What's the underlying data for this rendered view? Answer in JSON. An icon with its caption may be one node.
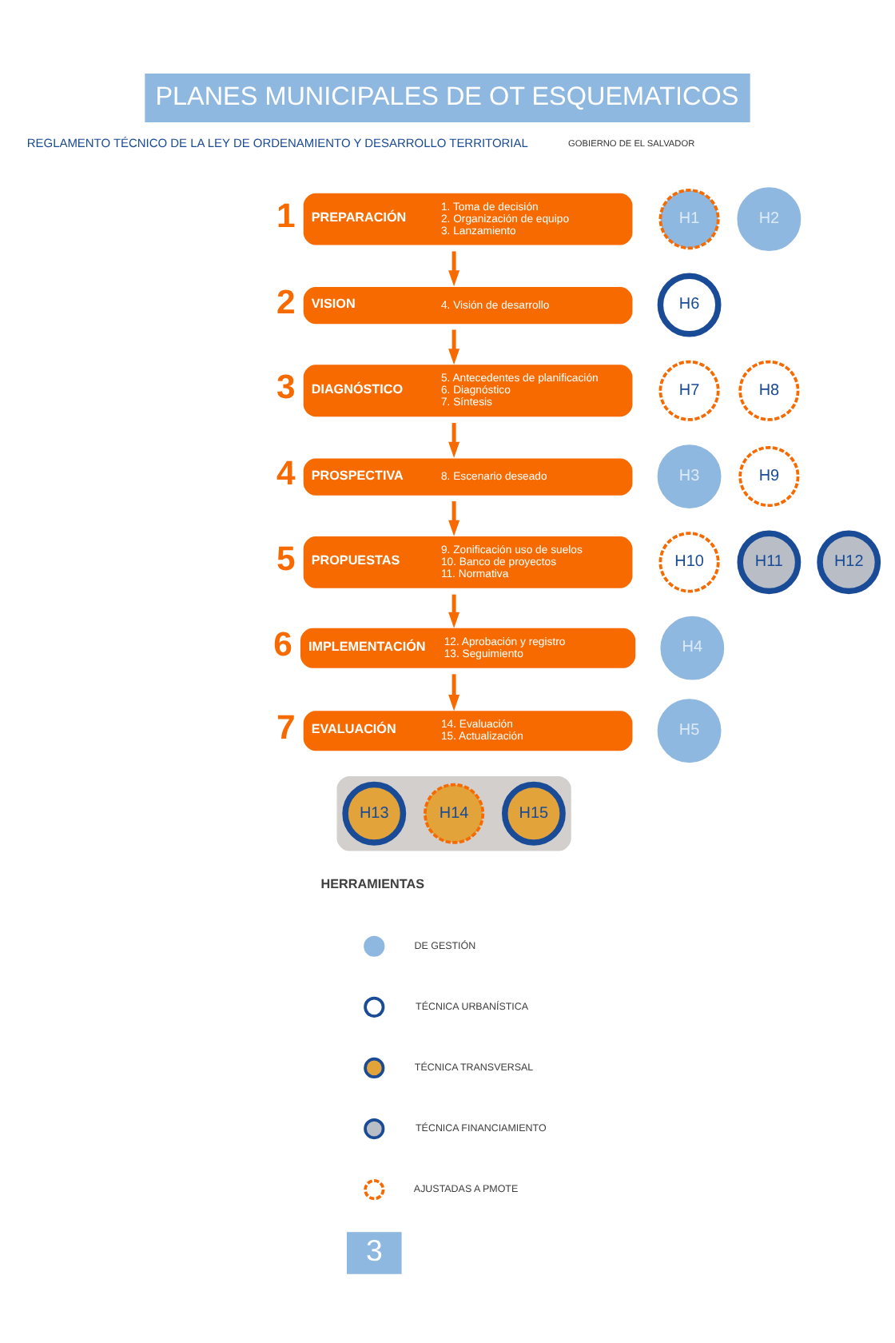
{
  "diagram": {
    "title": "PLANES MUNICIPALES DE OT ESQUEMATICOS",
    "nodes": [
      {
        "text": [
          "PREPARACIÓN",
          "1. Toma de decisión",
          "2. Organización de equipo",
          "3. Lanzamiento"
        ],
        "beside": [
          "1"
        ]
      },
      {
        "text": [
          "H1"
        ]
      },
      {
        "text": [
          "H2"
        ]
      },
      {
        "text": [
          "H6"
        ]
      },
      {
        "text": [
          "VISION",
          "4. Visión de desarrollo"
        ],
        "beside": [
          "2"
        ]
      },
      {
        "text": [
          "DIAGNÓSTICO",
          "5. Antecedentes de planificación",
          "6. Diagnóstico",
          "7. Síntesis"
        ],
        "beside": [
          "3"
        ]
      },
      {
        "text": [
          "H7"
        ]
      },
      {
        "text": [
          "H8"
        ]
      },
      {
        "text": [
          "H3"
        ]
      },
      {
        "text": [
          "H9"
        ]
      },
      {
        "text": [
          "PROSPECTIVA",
          "8. Escenario deseado"
        ],
        "beside": [
          "4"
        ]
      },
      {
        "text": [
          "PROPUESTAS",
          "9. Zonificación uso de suelos",
          "10. Banco de proyectos",
          "11. Normativa"
        ],
        "beside": [
          "5"
        ]
      },
      {
        "text": [
          "H10"
        ]
      },
      {
        "text": [
          "H11"
        ]
      },
      {
        "text": [
          "H12"
        ]
      },
      {
        "text": [
          "H4"
        ]
      },
      {
        "text": [
          "IMPLEMENTACIÓN",
          "12. Aprobación y registro",
          "13. Seguimiento"
        ],
        "beside": [
          "6"
        ]
      },
      {
        "text": [
          "EVALUACIÓN",
          "14. Evaluación",
          "15. Actualización"
        ],
        "beside": [
          "7"
        ]
      },
      {
        "text": [
          "H5"
        ]
      },
      {
        "text": [],
        "shape": "box"
      },
      {
        "text": [
          "H13"
        ],
        "in": 19
      },
      {
        "text": [
          "H14"
        ],
        "in": 19
      },
      {
        "text": [
          "H15"
        ],
        "in": 19
      }
    ],
    "edges": [
      {
        "from": 0,
        "to": 4,
        "arrow": "to"
      },
      {
        "from": 4,
        "to": 5,
        "arrow": "to"
      },
      {
        "from": 5,
        "to": 10,
        "arrow": "to"
      },
      {
        "from": 10,
        "to": 11,
        "arrow": "to"
      },
      {
        "from": 11,
        "to": 16,
        "arrow": "to"
      },
      {
        "from": 16,
        "to": 17,
        "arrow": "to"
      }
    ],
    "labels": [
      "REGLAMENTO TÉCNICO DE LA LEY DE ORDENAMIENTO Y DESARROLLO TERRITORIAL",
      "GOBIERNO DE EL SALVADOR",
      "HERRAMIENTAS",
      "3"
    ],
    "legend": [
      {
        "text": "DE GESTIÓN"
      },
      {
        "text": "TÉCNICA URBANÍSTICA"
      },
      {
        "text": "TÉCNICA TRANSVERSAL"
      },
      {
        "text": "TÉCNICA FINANCIAMIENTO"
      },
      {
        "text": "AJUSTADAS A PMOTE"
      }
    ]
  }
}
